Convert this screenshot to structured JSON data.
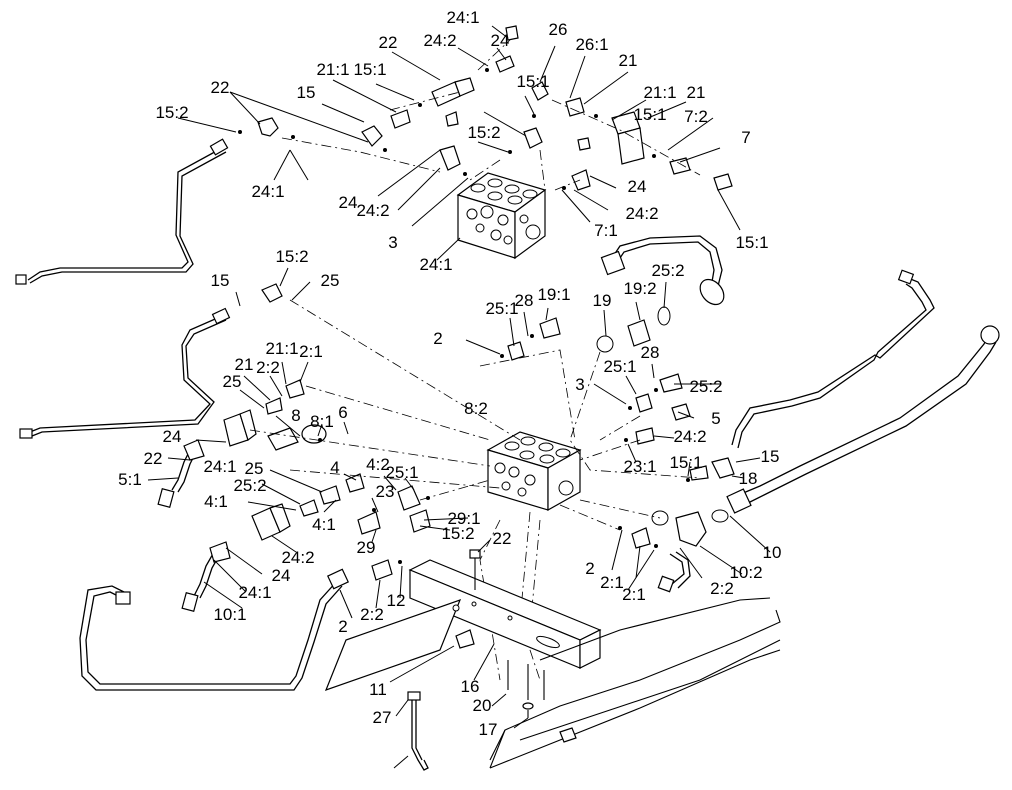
{
  "diagram": {
    "labels": [
      "24:1",
      "22",
      "24:2",
      "24",
      "26",
      "26:1",
      "21",
      "21:1",
      "15:1",
      "15",
      "22",
      "21",
      "21:1",
      "15:1",
      "7:2",
      "7",
      "15:1",
      "15:2",
      "15:2",
      "24:1",
      "24",
      "24:2",
      "3",
      "24:1",
      "24",
      "24:2",
      "7:1",
      "15:1",
      "15",
      "15:2",
      "25",
      "25:1",
      "28",
      "19:1",
      "19",
      "19:2",
      "25:2",
      "2",
      "21",
      "21:1",
      "2:1",
      "2:2",
      "25",
      "25:1",
      "28",
      "25:2",
      "3",
      "8:2",
      "8",
      "8:1",
      "6",
      "5",
      "24:2",
      "24",
      "22",
      "24:1",
      "5:1",
      "23:1",
      "4",
      "4:2",
      "25:1",
      "25",
      "25:2",
      "4:1",
      "23",
      "4:1",
      "29",
      "29:1",
      "15:2",
      "15:1",
      "15",
      "18",
      "22",
      "24:2",
      "24",
      "24:1",
      "10:1",
      "10",
      "10:2",
      "2:2",
      "2",
      "2:1",
      "2:1",
      "2",
      "2:2",
      "12",
      "11",
      "16",
      "27",
      "20",
      "17"
    ]
  }
}
